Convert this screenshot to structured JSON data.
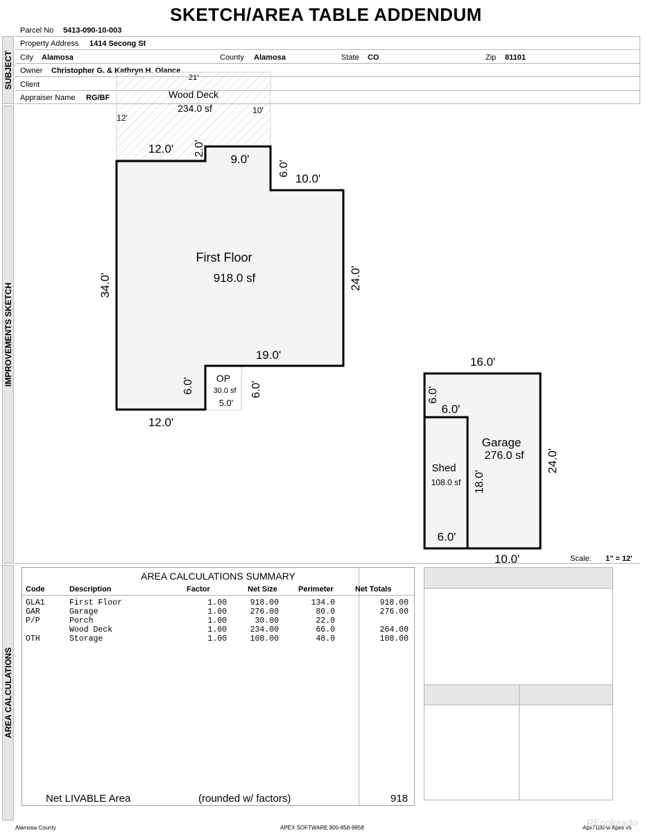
{
  "header": {
    "title": "SKETCH/AREA TABLE ADDENDUM",
    "parcel_label": "Parcel No",
    "parcel_value": "5413-090-10-003"
  },
  "subject": {
    "section_label": "SUBJECT",
    "address_label": "Property Address",
    "address_value": "1414 Secong St",
    "city_label": "City",
    "city_value": "Alamosa",
    "county_label": "County",
    "county_value": "Alamosa",
    "state_label": "State",
    "state_value": "CO",
    "zip_label": "Zip",
    "zip_value": "81101",
    "owner_label": "Owner",
    "owner_value": "Christopher G. & Kathryn H. Olance",
    "client_label": "Client",
    "client_value": "",
    "appraiser_label": "Appraiser Name",
    "appraiser_value": "RG/BF"
  },
  "sketch": {
    "section_label": "IMPROVEMENTS SKETCH",
    "deck": {
      "name": "Wood Deck",
      "area": "234.0 sf",
      "dim_top": "21'",
      "dim_left": "12'",
      "dim_right": "10'"
    },
    "first_floor": {
      "name": "First Floor",
      "area": "918.0 sf",
      "dims": {
        "top_left": "12.0'",
        "notch": "2.0'",
        "top_mid": "9.0'",
        "step": "6.0'",
        "top_right": "10.0'",
        "left": "34.0'",
        "right": "24.0'",
        "bottom_right": "19.0'",
        "porch_left": "6.0'",
        "bottom_left": "12.0'"
      }
    },
    "porch": {
      "name": "OP",
      "area": "30.0 sf",
      "width": "5.0'",
      "height": "6.0'"
    },
    "garage": {
      "name": "Garage",
      "area": "276.0 sf",
      "dims": {
        "top": "16.0'",
        "right": "24.0'",
        "bottom": "10.0'",
        "shed_offset": "6.0'",
        "shed_top": "6.0'"
      }
    },
    "shed": {
      "name": "Shed",
      "area": "108.0 sf",
      "height": "18.0'",
      "bottom": "6.0'"
    },
    "scale_label": "Scale:",
    "scale_value": "1\" = 12'"
  },
  "area_calc": {
    "section_label": "AREA CALCULATIONS",
    "title": "AREA  CALCULATIONS  SUMMARY",
    "columns": [
      "Code",
      "Description",
      "Factor",
      "Net Size",
      "Perimeter",
      "Net Totals"
    ],
    "rows": [
      [
        "GLA1",
        "First Floor",
        "1.00",
        "918.00",
        "134.0",
        "918.00"
      ],
      [
        "GAR",
        "Garage",
        "1.00",
        "276.00",
        "80.0",
        "276.00"
      ],
      [
        "P/P",
        "Porch",
        "1.00",
        "30.00",
        "22.0",
        ""
      ],
      [
        "",
        "Wood Deck",
        "1.00",
        "234.00",
        "66.0",
        "264.00"
      ],
      [
        "OTH",
        "Storage",
        "1.00",
        "108.00",
        "48.0",
        "108.00"
      ]
    ],
    "net_livable_label": "Net LIVABLE Area",
    "rounded_label": "(rounded w/ factors)",
    "net_livable_value": "918"
  },
  "footer": {
    "left": "Alamosa County",
    "center": "APEX SOFTWARE 800-858-9958",
    "right": "Apx7100-w Apex v5",
    "watermark": "REcolorado"
  }
}
